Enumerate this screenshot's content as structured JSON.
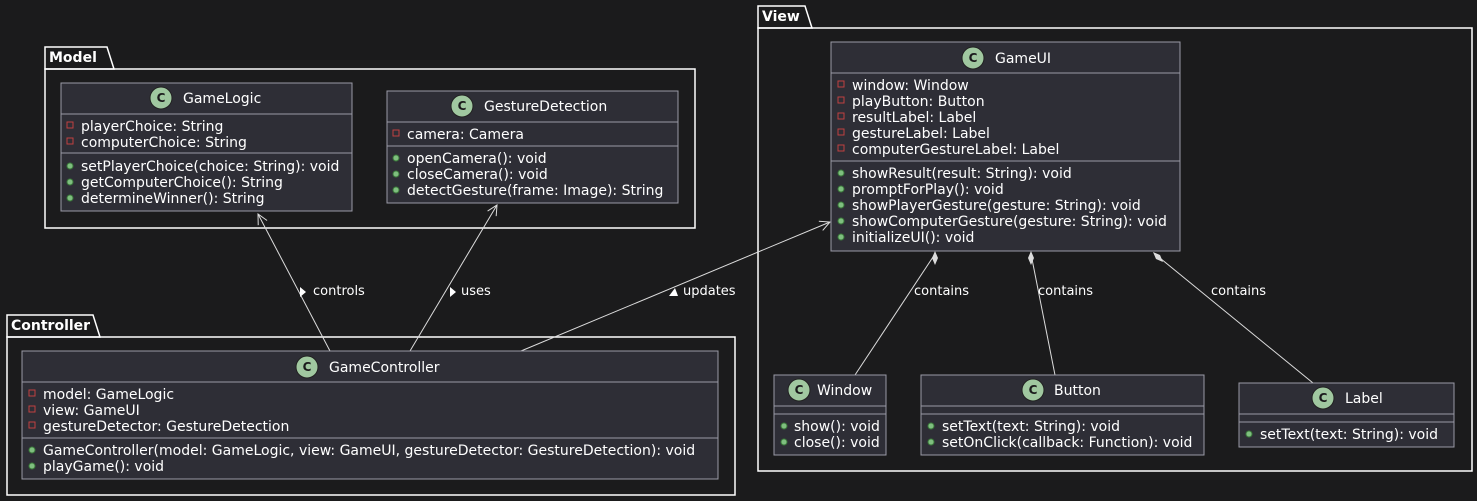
{
  "packages": {
    "model": "Model",
    "view": "View",
    "controller": "Controller"
  },
  "classes": {
    "gamelogic": {
      "name": "GameLogic",
      "fields": [
        "playerChoice: String",
        "computerChoice: String"
      ],
      "methods": [
        "setPlayerChoice(choice: String): void",
        "getComputerChoice(): String",
        "determineWinner(): String"
      ]
    },
    "gesturedetection": {
      "name": "GestureDetection",
      "fields": [
        "camera: Camera"
      ],
      "methods": [
        "openCamera(): void",
        "closeCamera(): void",
        "detectGesture(frame: Image): String"
      ]
    },
    "gameui": {
      "name": "GameUI",
      "fields": [
        "window: Window",
        "playButton: Button",
        "resultLabel: Label",
        "gestureLabel: Label",
        "computerGestureLabel: Label"
      ],
      "methods": [
        "showResult(result: String): void",
        "promptForPlay(): void",
        "showPlayerGesture(gesture: String): void",
        "showComputerGesture(gesture: String): void",
        "initializeUI(): void"
      ]
    },
    "gamecontroller": {
      "name": "GameController",
      "fields": [
        "model: GameLogic",
        "view: GameUI",
        "gestureDetector: GestureDetection"
      ],
      "methods": [
        "GameController(model: GameLogic, view: GameUI, gestureDetector: GestureDetection): void",
        "playGame(): void"
      ]
    },
    "window": {
      "name": "Window",
      "fields": [],
      "methods": [
        "show(): void",
        "close(): void"
      ]
    },
    "button": {
      "name": "Button",
      "fields": [],
      "methods": [
        "setText(text: String): void",
        "setOnClick(callback: Function): void"
      ]
    },
    "label": {
      "name": "Label",
      "fields": [],
      "methods": [
        "setText(text: String): void"
      ]
    }
  },
  "relations": {
    "controls": "controls",
    "uses": "uses",
    "updates": "updates",
    "contains_window": "contains",
    "contains_button": "contains",
    "contains_label": "contains"
  },
  "class_icon_letter": "C",
  "colors": {
    "background": "#1b1b1c",
    "class_fill": "#2e2e36",
    "class_border": "#9a9aa6",
    "icon_green": "#a0c8a0",
    "private_marker": "#c04040",
    "public_marker": "#7fbf7f"
  }
}
